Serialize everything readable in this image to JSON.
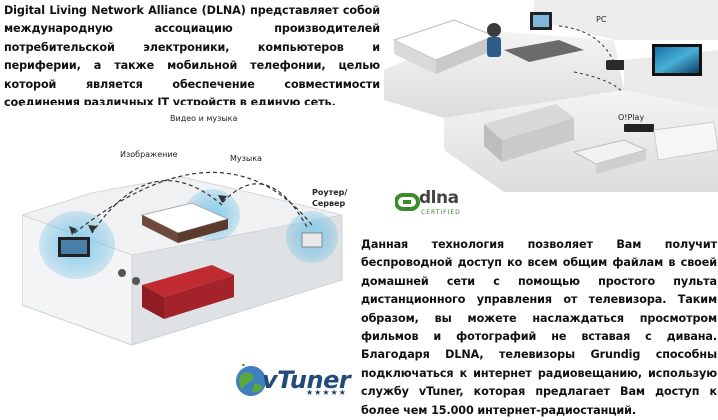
{
  "intro_text": "Digital Living Network Alliance (DLNA) представляет собой международную ассоциацию производителей потребительской электроники, компьютеров и периферии, а также мобильной телефонии, целью которой является обеспечение совместимости соединения различных IT устройств в единую сеть.",
  "details_text": "Данная технология позволяет Вам получит беспроводной доступ ко всем общим файлам в своей домашней сети с помощью простого пульта дистанционного управления от телевизора. Таким образом, вы можете наслаждаться просмотром фильмов и фотографий не вставая с дивана. Благодаря DLNA, телевизоры Grundig способны подключаться к интернет радиовещанию, использую службу vTuner, которая предлагает Вам доступ к более чем 15.000 интернет-радиостанций.",
  "scene_top": {
    "pc_label": "PC",
    "oplay_label": "O!Play"
  },
  "scene_apartment": {
    "video_music_label": "Видео и музыка",
    "image_label": "Изображение",
    "music_label": "Музыка",
    "router_label_1": "Роутер/",
    "router_label_2": "Сервер"
  },
  "dlna_logo": {
    "word": "dlna",
    "subtitle": "CERTIFIED"
  },
  "vtuner_logo": {
    "word": "vTuner",
    "stars": "★★★★★"
  },
  "colors": {
    "room_wall": "#e6e8ea",
    "zone_blue": "#5fb6e0",
    "sofa_red": "#b5222a",
    "logo_green": "#3a8b2c",
    "vtuner_blue": "#234b7a"
  }
}
